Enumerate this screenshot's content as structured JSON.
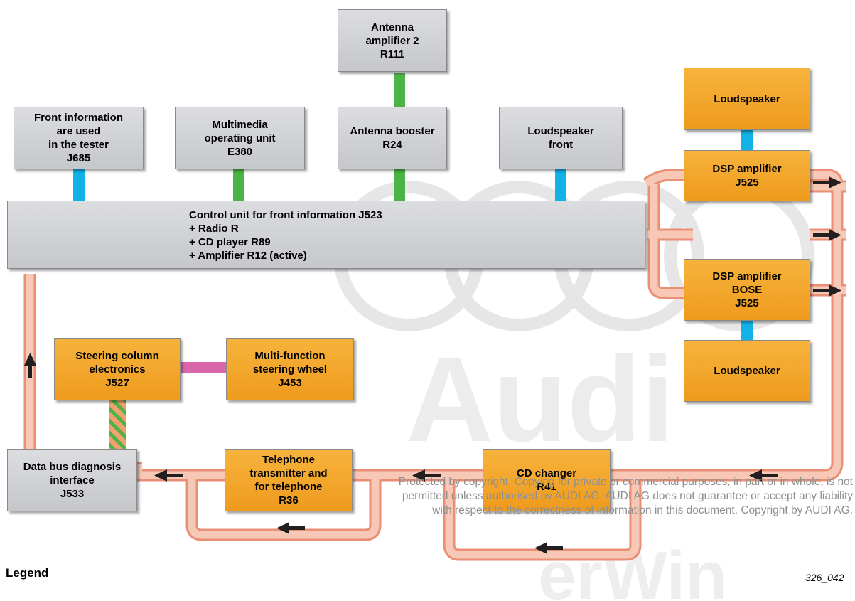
{
  "boxes": {
    "antenna_amplifier_2": "Antenna\namplifier 2\nR111",
    "front_info_tester": "Front information\nare used\nin the tester\nJ685",
    "multimedia_operating_unit": "Multimedia\noperating unit\nE380",
    "antenna_booster": "Antenna booster\nR24",
    "loudspeaker_front": "Loudspeaker\nfront",
    "loudspeaker_top": "Loudspeaker",
    "dsp_amplifier": "DSP amplifier\nJ525",
    "dsp_amplifier_bose": "DSP amplifier\nBOSE\nJ525",
    "loudspeaker_bottom": "Loudspeaker",
    "control_unit": "Control unit for front information J523\n+ Radio R\n+ CD player R89\n+ Amplifier R12 (active)",
    "steering_column": "Steering column\nelectronics\nJ527",
    "multi_function_wheel": "Multi-function\nsteering wheel\nJ453",
    "data_bus_diagnosis": "Data bus diagnosis\ninterface\nJ533",
    "telephone_transmitter": "Telephone\ntransmitter and\nfor telephone\nR36",
    "cd_changer": "CD changer\nR41"
  },
  "legend_label": "Legend",
  "figure_number": "326_042",
  "copyright_notice": "Protected by copyright. Copying for private or commercial purposes, in part or in whole, is not\npermitted unless authorised by AUDI AG. AUDI AG does not guarantee or accept any liability\nwith respect to the correctness of information in this document. Copyright by AUDI AG.",
  "watermark_brand": "Audi",
  "watermark_erwin": "erWin",
  "colors": {
    "optical_bus": "#f4b9a4",
    "optical_bus_edge": "#e88f76",
    "blue_link": "#13b2e6",
    "green_link": "#4cb447",
    "pink_link": "#d966a9",
    "orange_box": "#f2a52b",
    "grey_box": "#cfd1d4"
  }
}
